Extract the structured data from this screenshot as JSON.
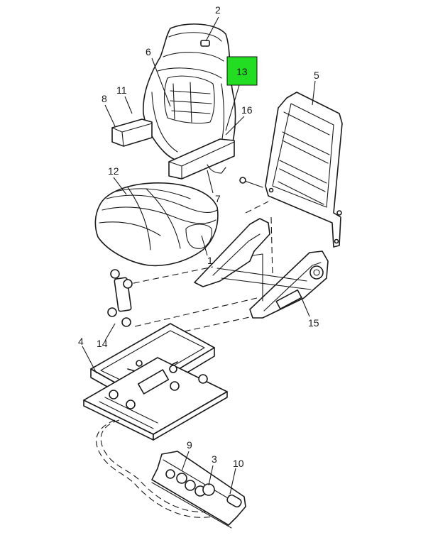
{
  "diagram": {
    "highlight_color": "#22dd22",
    "callouts": {
      "c1": "1",
      "c2": "2",
      "c3": "3",
      "c4": "4",
      "c5": "5",
      "c6": "6",
      "c7": "7",
      "c8": "8",
      "c9": "9",
      "c10": "10",
      "c11": "11",
      "c12": "12",
      "c13": "13",
      "c14": "14",
      "c15": "15",
      "c16": "16"
    }
  }
}
